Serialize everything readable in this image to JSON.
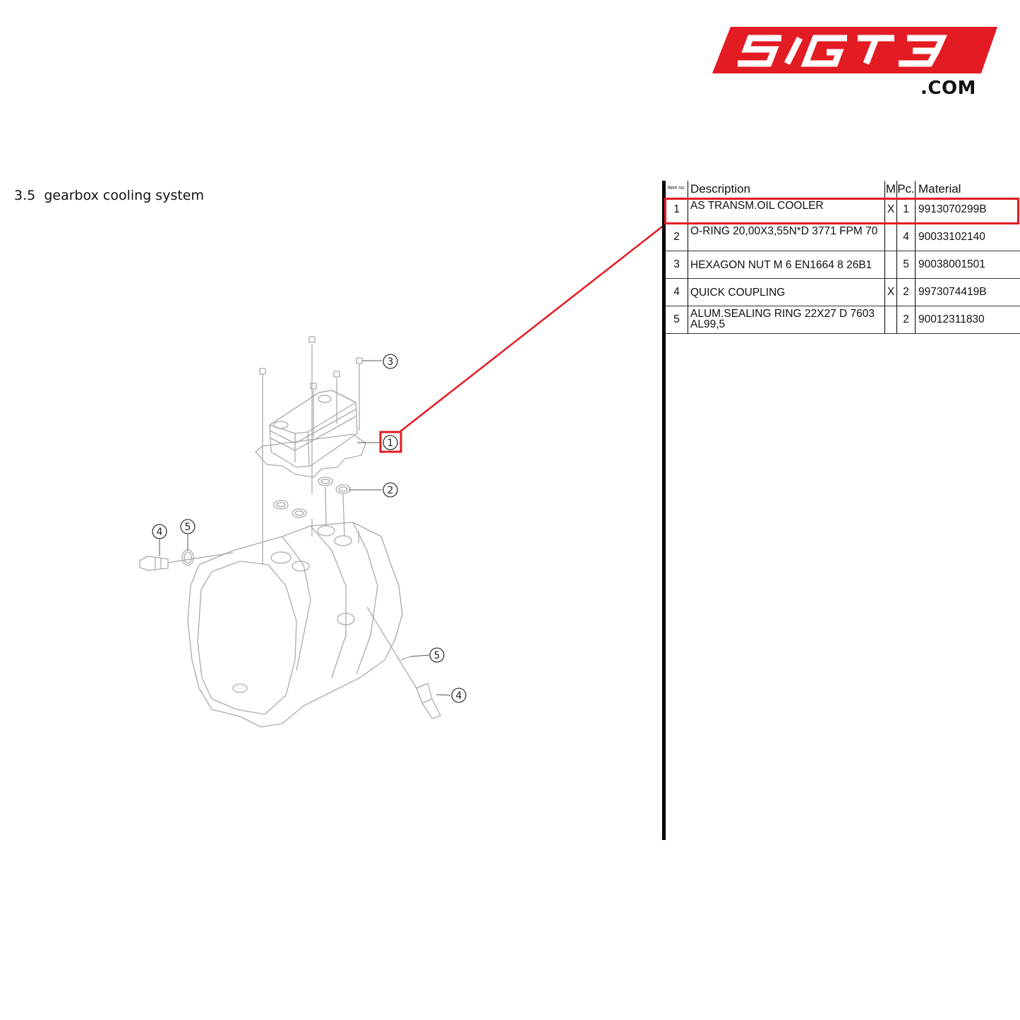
{
  "logo": {
    "brand_text": "51GT3",
    "suffix": ".COM",
    "color": "#e31b23"
  },
  "section": {
    "number": "3.5",
    "title": "gearbox cooling system"
  },
  "callouts": [
    "1",
    "2",
    "3",
    "4",
    "5",
    "5",
    "4"
  ],
  "highlight": {
    "color": "#e31b23",
    "item": "1"
  },
  "parts_table": {
    "headers": {
      "item": "Item no.",
      "description": "Description",
      "m": "M",
      "pc": "Pc.",
      "material": "Material"
    },
    "rows": [
      {
        "item": "1",
        "description": "AS TRANSM.OIL COOLER",
        "m": "X",
        "pc": "1",
        "material": "9913070299B"
      },
      {
        "item": "2",
        "description": "O-RING 20,00X3,55N*D 3771 FPM 70",
        "m": "",
        "pc": "4",
        "material": "90033102140"
      },
      {
        "item": "3",
        "description": "HEXAGON NUT M 6 EN1664 8 26B1",
        "m": "",
        "pc": "5",
        "material": "90038001501"
      },
      {
        "item": "4",
        "description": "QUICK COUPLING",
        "m": "X",
        "pc": "2",
        "material": "9973074419B"
      },
      {
        "item": "5",
        "description": "ALUM.SEALING RING 22X27 D 7603\nAL99,5",
        "m": "",
        "pc": "2",
        "material": "90012311830"
      }
    ]
  }
}
